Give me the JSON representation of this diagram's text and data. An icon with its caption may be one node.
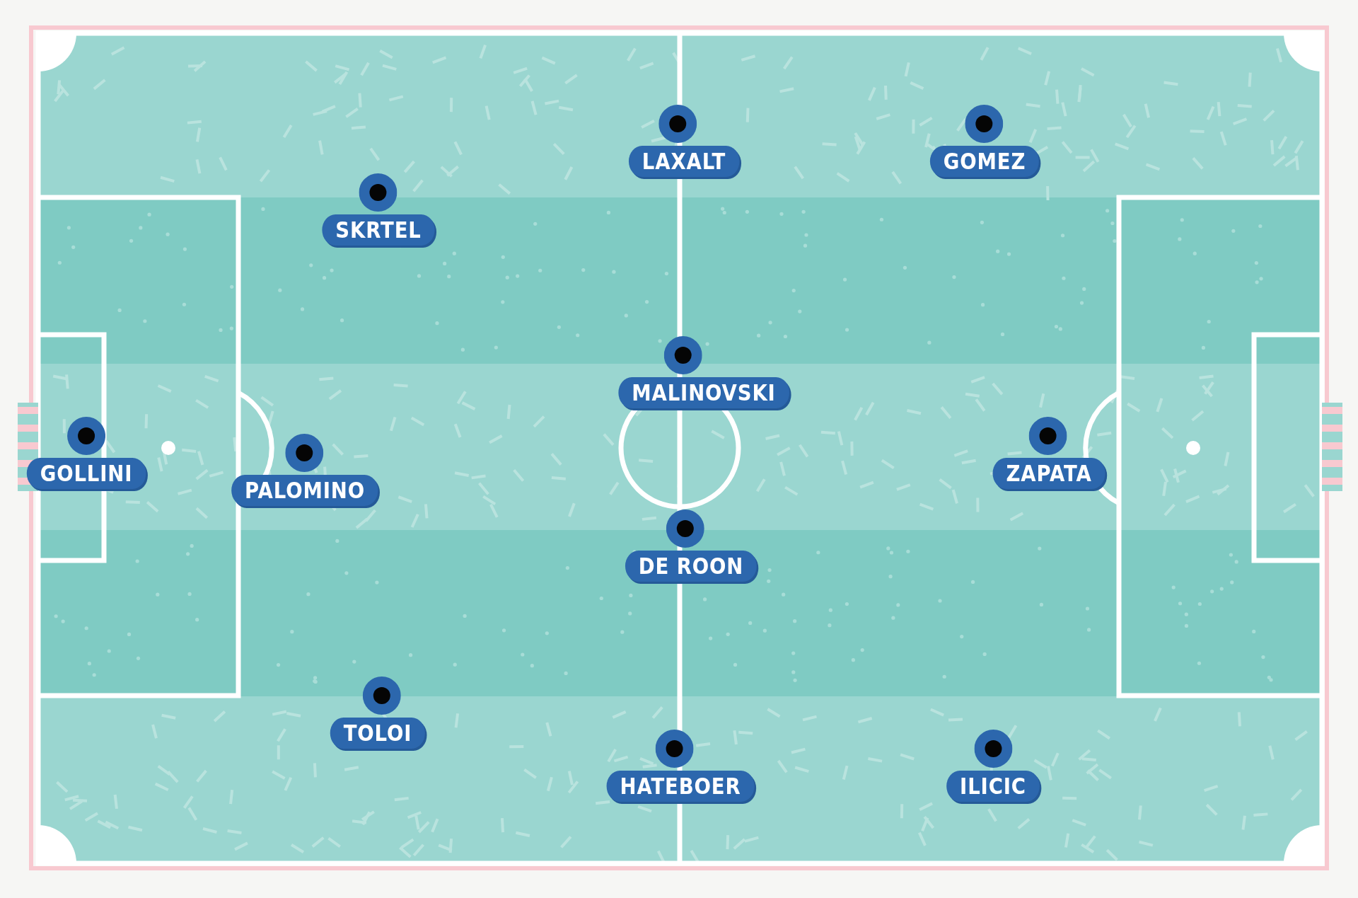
{
  "diagram": {
    "nodes": [
      {
        "text": [
          "LAXALT"
        ]
      },
      {
        "text": [
          "GOMEZ"
        ]
      },
      {
        "text": [
          "SKRTEL"
        ]
      },
      {
        "text": [
          "MALINOVSKI"
        ]
      },
      {
        "text": [
          "GOLLINI"
        ]
      },
      {
        "text": [
          "ZAPATA"
        ]
      },
      {
        "text": [
          "PALOMINO"
        ]
      },
      {
        "text": [
          "DE ROON"
        ]
      },
      {
        "text": [
          "TOLOI"
        ]
      },
      {
        "text": [
          "HATEBOER"
        ]
      },
      {
        "text": [
          "ILICIC"
        ]
      }
    ]
  }
}
